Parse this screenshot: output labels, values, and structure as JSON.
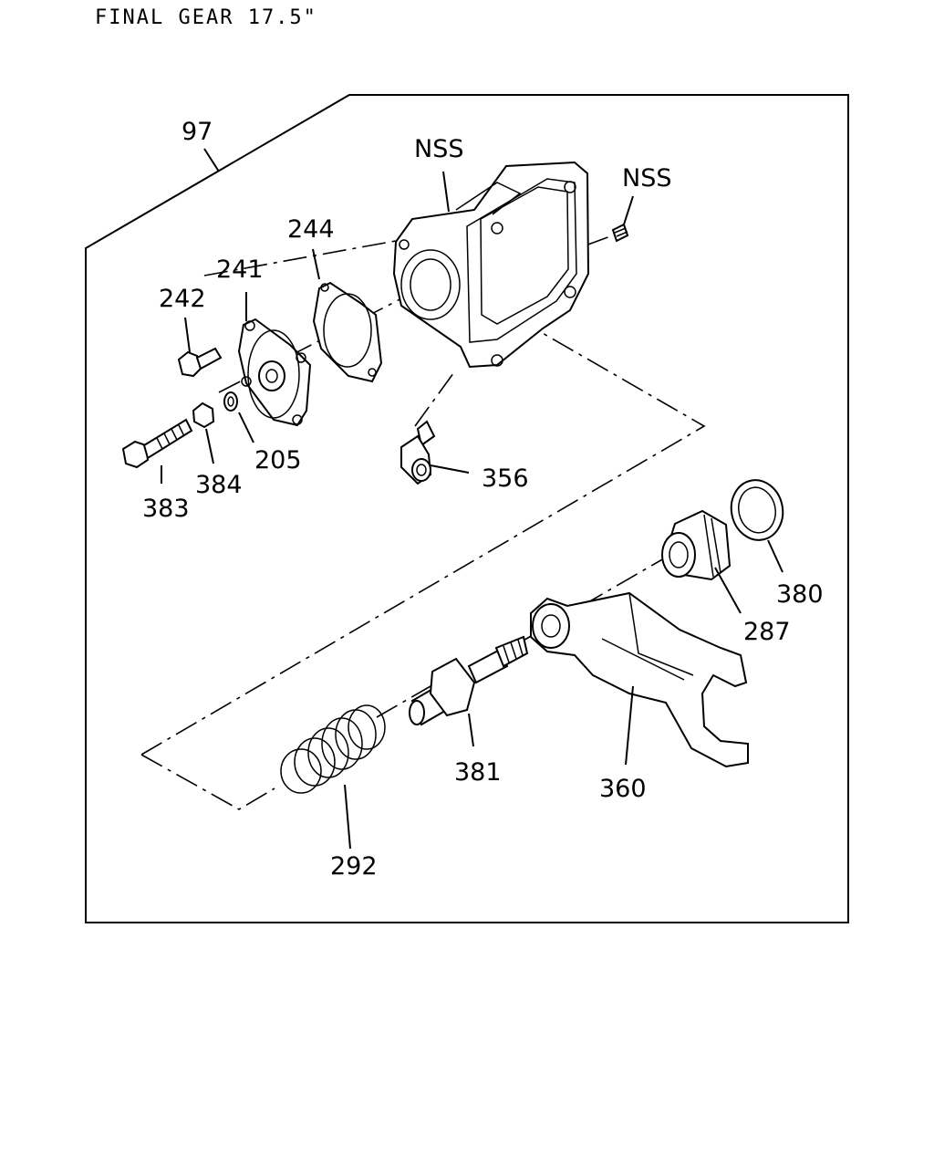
{
  "title": "FINAL GEAR 17.5\"",
  "labels": {
    "p97": "97",
    "nss_housing": "NSS",
    "nss_plug": "NSS",
    "p244": "244",
    "p241": "241",
    "p242": "242",
    "p383": "383",
    "p384": "384",
    "p205": "205",
    "p356": "356",
    "p380": "380",
    "p287": "287",
    "p381": "381",
    "p360": "360",
    "p292": "292"
  }
}
